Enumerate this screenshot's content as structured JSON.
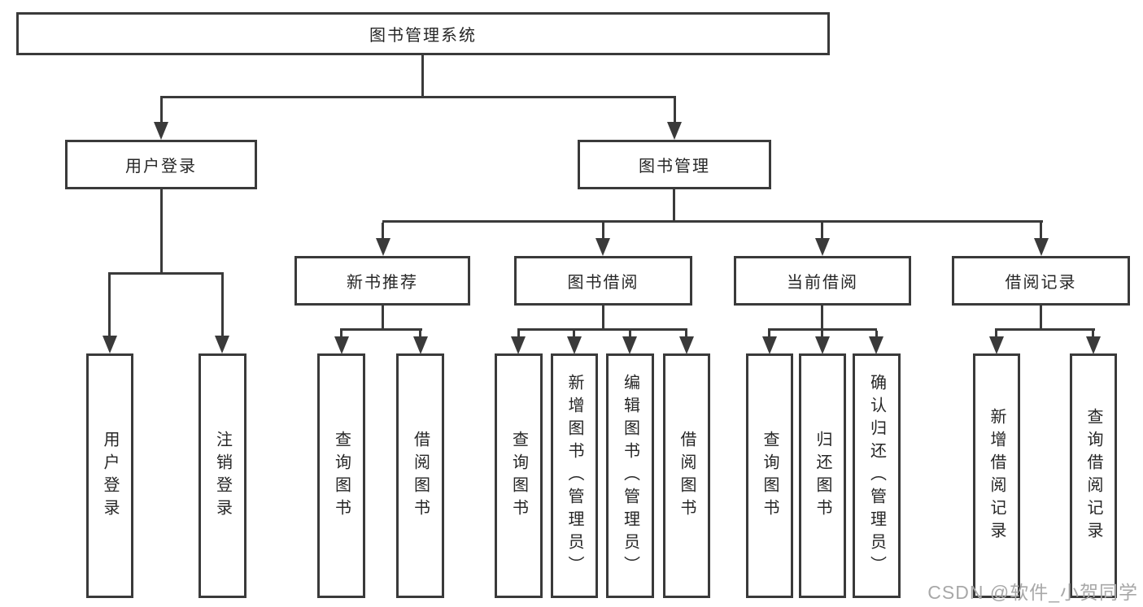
{
  "diagram": {
    "root": "图书管理系统",
    "level2": {
      "user_login": "用户登录",
      "book_management": "图书管理"
    },
    "level3": {
      "new_book_rec": "新书推荐",
      "book_borrow": "图书借阅",
      "current_borrow": "当前借阅",
      "borrow_record": "借阅记录"
    },
    "leaves": {
      "user_login": "用户登录",
      "logout": "注销登录",
      "nb_query": "查询图书",
      "nb_borrow": "借阅图书",
      "bb_query": "查询图书",
      "bb_add": "新增图书（管理员）",
      "bb_edit": "编辑图书（管理员）",
      "bb_borrow": "借阅图书",
      "cb_query": "查询图书",
      "cb_return": "归还图书",
      "cb_confirm": "确认归还（管理员）",
      "br_add": "新增借阅记录",
      "br_query": "查询借阅记录"
    }
  },
  "watermark": "CSDN @软件_小贺同学",
  "colors": {
    "line": "#3a3a3a",
    "box_border": "#3a3a3a",
    "text": "#262626",
    "watermark": "#a8a8a8",
    "background": "#ffffff"
  }
}
